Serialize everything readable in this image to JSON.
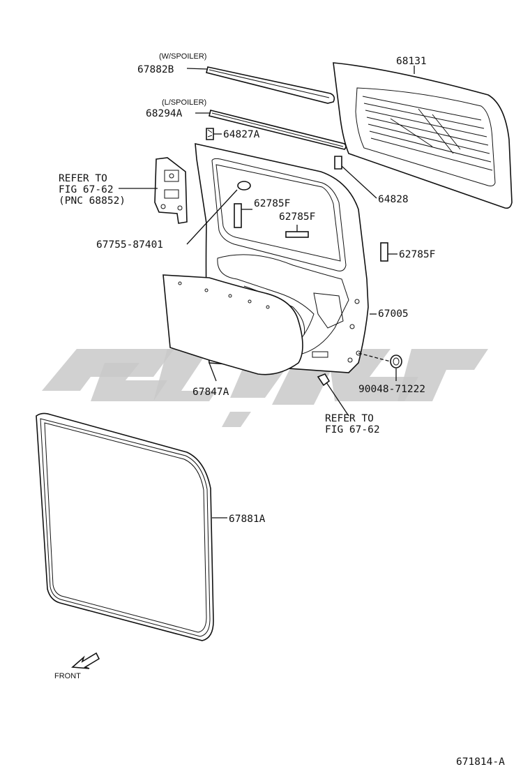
{
  "labels": {
    "w_spoiler": "(W/SPOILER)",
    "part_67882B": "67882B",
    "l_spoiler": "(L/SPOILER)",
    "part_68294A": "68294A",
    "part_64827A": "64827A",
    "part_68131": "68131",
    "part_64828": "64828",
    "refer_line1": "REFER TO",
    "refer_line2": "FIG 67-62",
    "refer_line3": "(PNC 68852)",
    "part_62785F_a": "62785F",
    "part_62785F_b": "62785F",
    "part_62785F_c": "62785F",
    "part_67755": "67755-87401",
    "part_67005": "67005",
    "part_67847A": "67847A",
    "part_90048": "90048-71222",
    "refer2_line1": "REFER TO",
    "refer2_line2": "FIG 67-62",
    "part_67881A": "67881A",
    "front": "FRONT",
    "figure_id": "671814-A"
  },
  "colors": {
    "ink": "#111111",
    "watermark": "#c9c9c9"
  },
  "icons": {
    "direction": "front-arrow-icon",
    "watermark": "watermark-logo-icon"
  }
}
